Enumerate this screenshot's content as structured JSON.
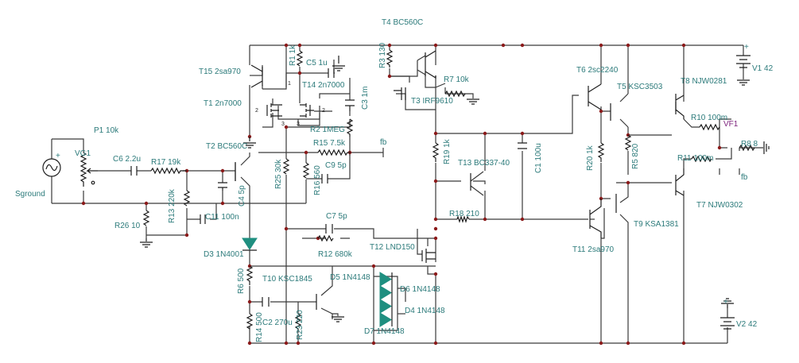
{
  "title": "T4 BC560C",
  "labels": {
    "t15": "T15 2sa970",
    "r1": "R1 1k",
    "c5": "C5 1u",
    "t14": "T14 2n7000",
    "c3": "C3 1m",
    "r3": "R3 130",
    "r7": "R7 10k",
    "t3": "T3 IRF9610",
    "t1": "T1 2n7000",
    "r2": "R2 1MEG",
    "t2": "T2 BC560C",
    "r15": "R15 7.5k",
    "fb1": "fb",
    "p1": "P1 10k",
    "vg1": "VG1",
    "c6": "C6 2.2u",
    "r17": "R17 19k",
    "r25": "R25 30k",
    "c9": "C9 5p",
    "r16": "R16 560",
    "c4": "C4 5p",
    "sground": "Sground",
    "r13": "R13 220k",
    "c11": "C11 100n",
    "r26": "R26 10",
    "c7": "C7 5p",
    "r12": "R12 680k",
    "d3": "D3 1N4001",
    "t12": "T12 LND150",
    "r6": "R6 500",
    "t10": "T10 KSC1845",
    "d5": "D5 1N4148",
    "d6": "D6 1N4148",
    "d4": "D4 1N4148",
    "d7": "D7 1N4148",
    "c2": "C2 270u",
    "r14": "R14 500",
    "r23": "R23 220",
    "r19": "R19 1k",
    "t13": "T13 BC337-40",
    "c1": "C1 100u",
    "r18": "R18 210",
    "t6": "T6 2sc2240",
    "t5": "T5 KSC3503",
    "t8": "T8 NJW0281",
    "r20": "R20 1k",
    "r5": "R5 820",
    "r10": "R10 100m",
    "vf1": "VF1",
    "r8": "R8 8",
    "r11": "R11 100m",
    "fb2": "fb",
    "t7": "T7 NJW0302",
    "t9": "T9 KSA1381",
    "t11": "T11 2sa970",
    "v1": "V1 42",
    "v2": "V2 42",
    "plus1": "+",
    "plus2": "+",
    "plus3": "+",
    "pin1": "1",
    "pin2": "2",
    "pin3": "3",
    "pin2b": "2",
    "pin3b": "3"
  }
}
